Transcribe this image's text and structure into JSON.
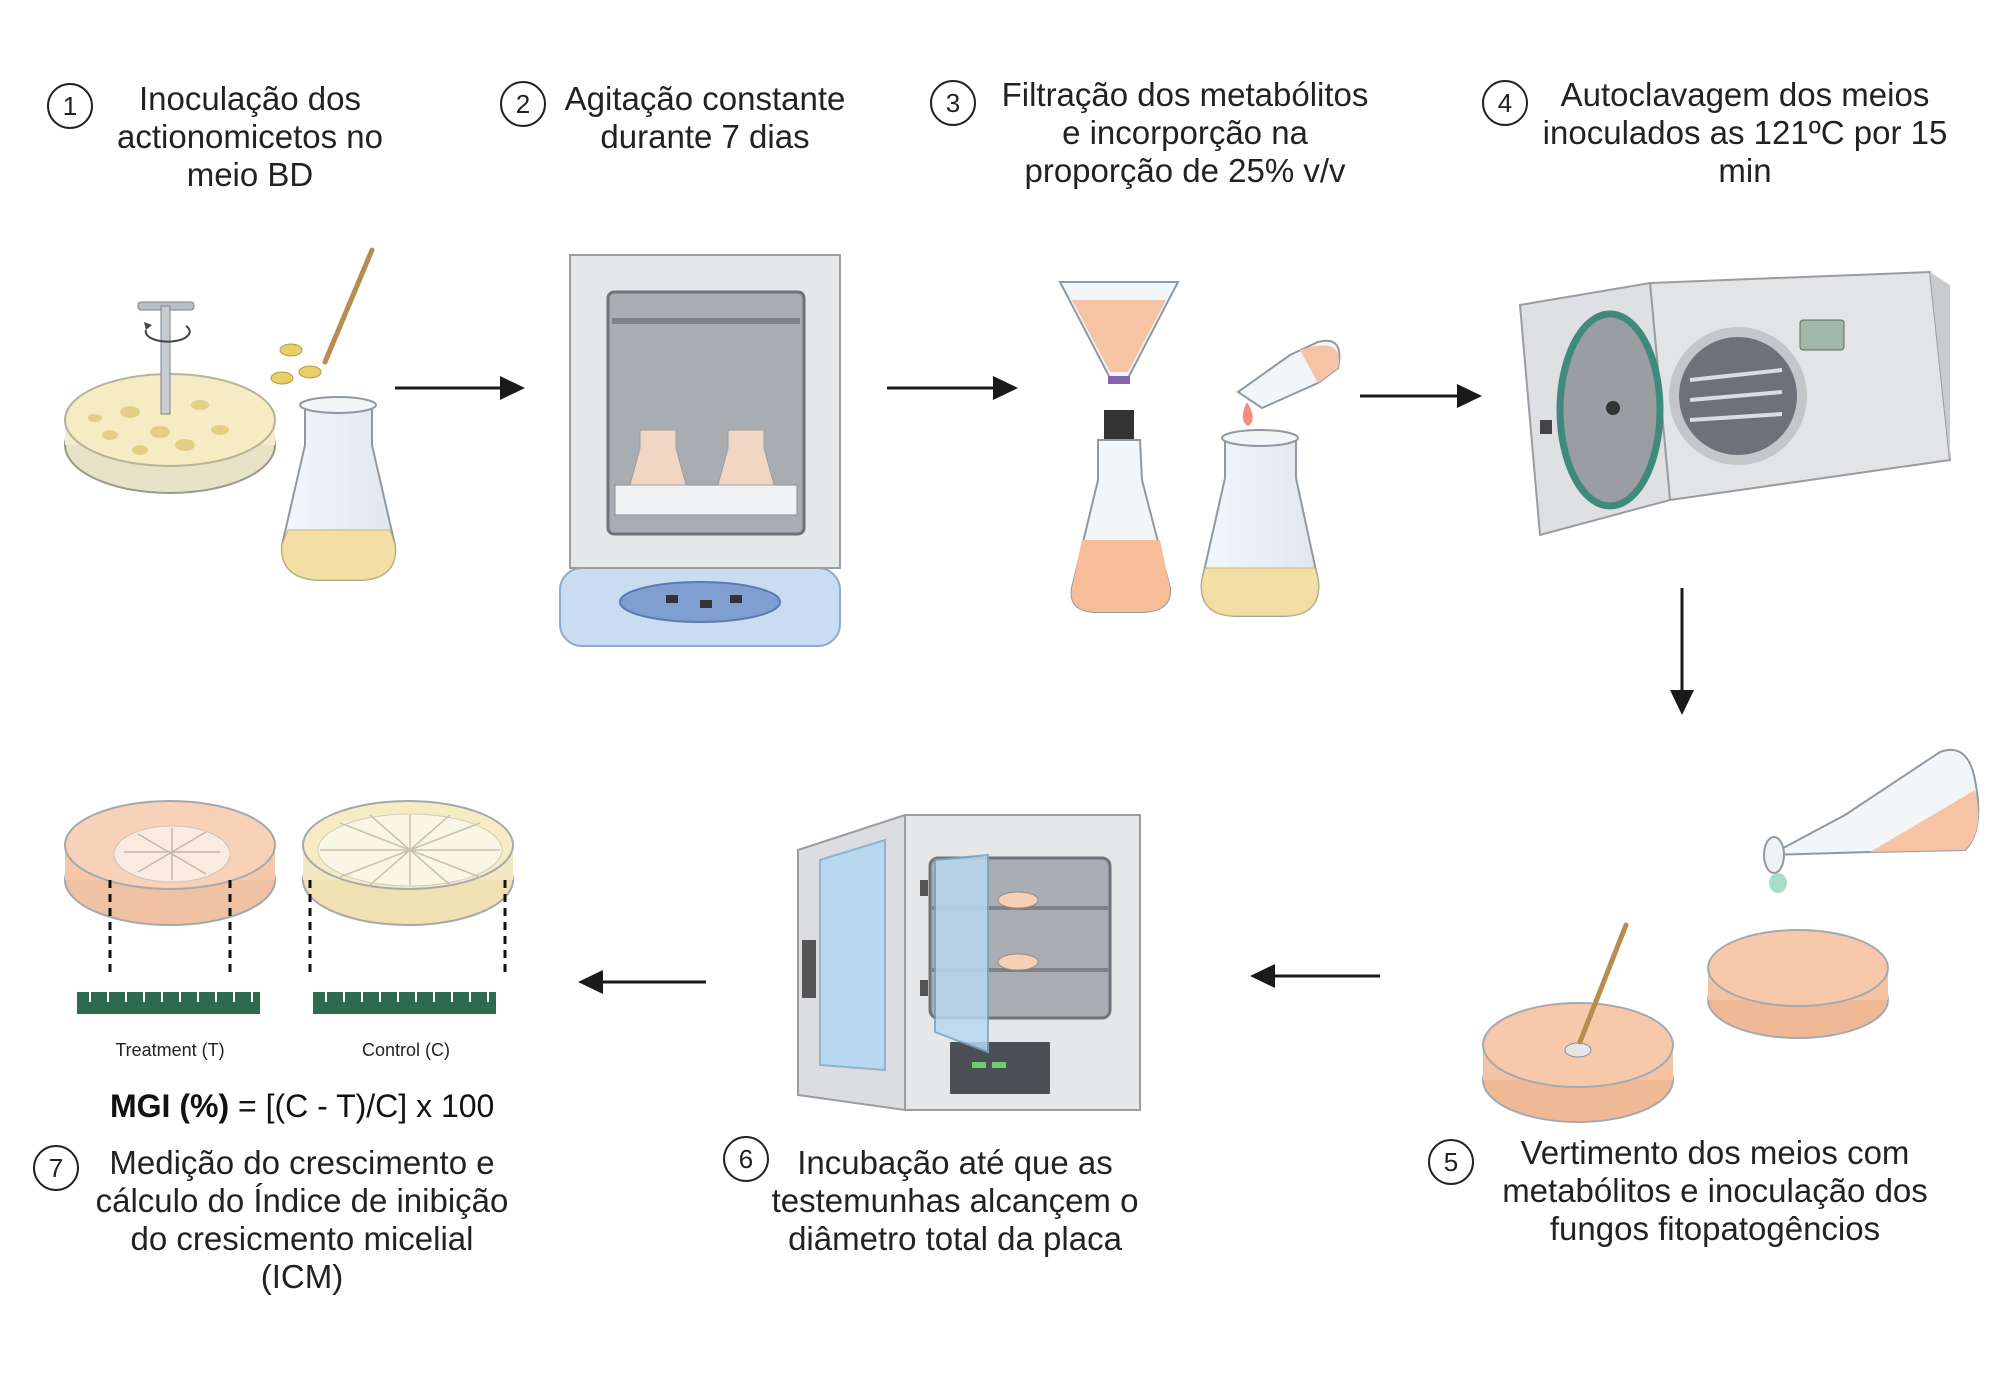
{
  "steps": [
    {
      "num": "1",
      "lines": [
        "Inoculação dos",
        "actionomicetos no",
        "meio BD"
      ]
    },
    {
      "num": "2",
      "lines": [
        "Agitação constante",
        "durante 7 dias"
      ]
    },
    {
      "num": "3",
      "lines": [
        "Filtração dos metabólitos",
        "e incorporção na",
        "proporção de 25% v/v"
      ]
    },
    {
      "num": "4",
      "lines": [
        "Autoclavagem dos meios",
        "inoculados as 121ºC por 15",
        "min"
      ]
    },
    {
      "num": "5",
      "lines": [
        "Vertimento dos meios com",
        "metabólitos e inoculação dos",
        "fungos fitopatogêncios"
      ]
    },
    {
      "num": "6",
      "lines": [
        "Incubação até que as",
        "testemunhas alcançem o",
        "diâmetro total da placa"
      ]
    },
    {
      "num": "7",
      "lines": [
        "Medição do crescimento e",
        "cálculo do Índice de inibição",
        "do cresicmento micelial",
        "(ICM)"
      ]
    }
  ],
  "labels": {
    "treatment": "Treatment (T)",
    "control": "Control (C)"
  },
  "formula": {
    "bold": "MGI (%)",
    "rest": " = [(C - T)/C] x 100"
  },
  "colors": {
    "agar_yellow": "#f5ecc4",
    "medium_peach": "#f7c9aa",
    "ruler_green": "#2d6b4f",
    "glass": "#e9eef3",
    "arrow": "#1a1a1a"
  }
}
